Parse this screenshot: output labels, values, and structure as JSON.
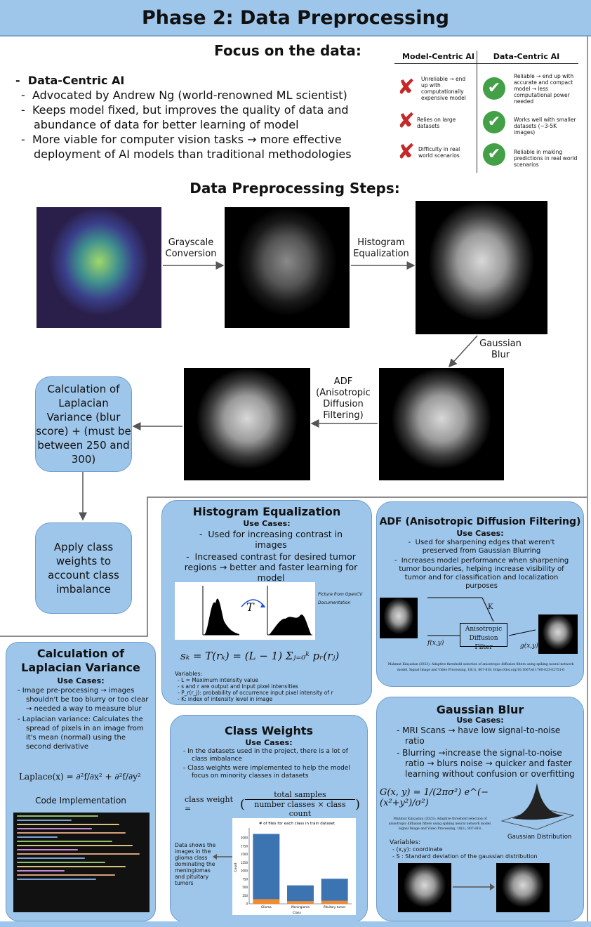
{
  "header": {
    "title": "Phase 2: Data Preprocessing"
  },
  "focus": {
    "title": "Focus on the data:",
    "main_bullet": "Data-Centric AI",
    "sub_bullets": [
      "Advocated by Andrew Ng (world-renowned ML scientist)",
      "Keeps model fixed, but improves the quality of data and abundance of data for better learning of model",
      "More viable for computer vision tasks → more effective deployment of AI models than traditional methodologies"
    ]
  },
  "comparison": {
    "col_model": "Model-Centric AI",
    "col_data": "Data-Centric AI",
    "rows": [
      {
        "model": "Unreliable → end up with computationally expensive model",
        "data": "Reliable → end up with accurate and compact model → less computational power needed"
      },
      {
        "model": "Relies on large datasets",
        "data": "Works well with smaller datasets (~3-5K images)"
      },
      {
        "model": "Difficulty in real world scenarios",
        "data": "Reliable in making predictions in real world scenarios"
      }
    ]
  },
  "steps": {
    "title": "Data Preprocessing Steps:",
    "labels": {
      "grayscale": "Grayscale Conversion",
      "histogram": "Histogram Equalization",
      "gaussian": "Gaussian Blur",
      "adf": "ADF (Anisotropic Diffusion Filtering)"
    },
    "laplacian_box": "Calculation of Laplacian Variance (blur score) + (must be between 250 and 300)",
    "class_weights_box": "Apply class weights to account class imbalance"
  },
  "hist_panel": {
    "title": "Histogram Equalization",
    "use_cases": "Use Cases:",
    "bullets": [
      "Used for increasing contrast in images",
      "Increased contrast for desired tumor regions → better and faster learning for model"
    ],
    "diagram_T": "T",
    "credit": "Picture from OpenCV Documentation",
    "formula": "sₖ = T(rₖ) = (L − 1) Σⱼ₌₀ᵏ pᵣ(rⱼ)",
    "vars_title": "Variables:",
    "vars": [
      "L = Maximum intensity value",
      "s and r are output and input pixel intensities",
      "P_r(r_j): probability of occurrence input pixel intensity of r",
      "K: index of intensity level in image"
    ]
  },
  "adf_panel": {
    "title": "ADF (Anisotropic Diffusion Filtering)",
    "use_cases": "Use Cases:",
    "bullets": [
      "Used for sharpening edges that weren't preserved from Gaussian Blurring",
      "Increases model performance when sharpening tumor boundaries, helping increase visibility of tumor and for classification and localization purposes"
    ],
    "diagram": {
      "k": "K",
      "fxy": "f(x,y)",
      "block": "Anisotropic Diffusion Filter",
      "gxy": "g(x,y)"
    },
    "credit": "Mahmut Kılıçaslan (2023): Adaptive threshold selection of anisotropic diffusion filters using spiking neural network model. Signal Image and Video Processing, 18(1), 807-818. https://doi.org/10.1007/s11760-023-02751-6"
  },
  "lap_panel": {
    "title": "Calculation of Laplacian Variance",
    "use_cases": "Use Cases:",
    "bullets": [
      "Image pre-processing → images shouldn't be too blurry or too clear → needed a way to measure blur",
      "Laplacian variance: Calculates the spread of pixels in an image from it's mean (normal) using the second derivative"
    ],
    "formula": "Laplace(x) = ∂²f/∂x² + ∂²f/∂y²",
    "code_title": "Code Implementation"
  },
  "cw_panel": {
    "title": "Class Weights",
    "use_cases": "Use Cases:",
    "bullets": [
      "In the datasets used in the project, there is a lot of class imbalance",
      "Class weights were implemented to help the model focus on minority classes in datasets"
    ],
    "formula_lhs": "class weight =",
    "formula_num": "total samples",
    "formula_den": "number classes × class count",
    "side_note": "Data shows the images in the glioma class dominating the meningiomas and pituitary tumors"
  },
  "gauss_panel": {
    "title": "Gaussian Blur",
    "use_cases": "Use Cases:",
    "bullets": [
      "MRI Scans → have low signal-to-noise ratio",
      "Blurring →increase the signal-to-noise ratio → blurs noise → quicker and faster learning without confusion or overfitting"
    ],
    "formula": "G(x, y) = 1/(2πσ²) e^(−(x²+y²)/σ²)",
    "credit": "Mahmut Kılıçaslan (2023): Adaptive threshold selection of anisotropic diffusion filters using spiking neural network model. Signal Image and Video Processing, 18(1), 807-818.",
    "dist_label": "Gaussian Distribution",
    "vars_title": "Variables:",
    "vars": [
      "(x,y): coordinate",
      "S : Standard deviation of the gaussian distribution"
    ]
  },
  "chart_data": {
    "type": "bar",
    "title": "# of files for each class in train dataset",
    "xlabel": "Class",
    "ylabel": "Count",
    "categories": [
      "Glioma",
      "Meningioma",
      "Pituitary tumor"
    ],
    "series": [
      {
        "values": [
          2120,
          560,
          760
        ],
        "color": "#3b74b0"
      },
      {
        "values": [
          140,
          80,
          90
        ],
        "color": "#f28a2e"
      }
    ],
    "ylim": [
      0,
      2300
    ],
    "yticks": [
      0,
      250,
      500,
      750,
      1000,
      1250,
      1500,
      1750,
      2000
    ]
  }
}
